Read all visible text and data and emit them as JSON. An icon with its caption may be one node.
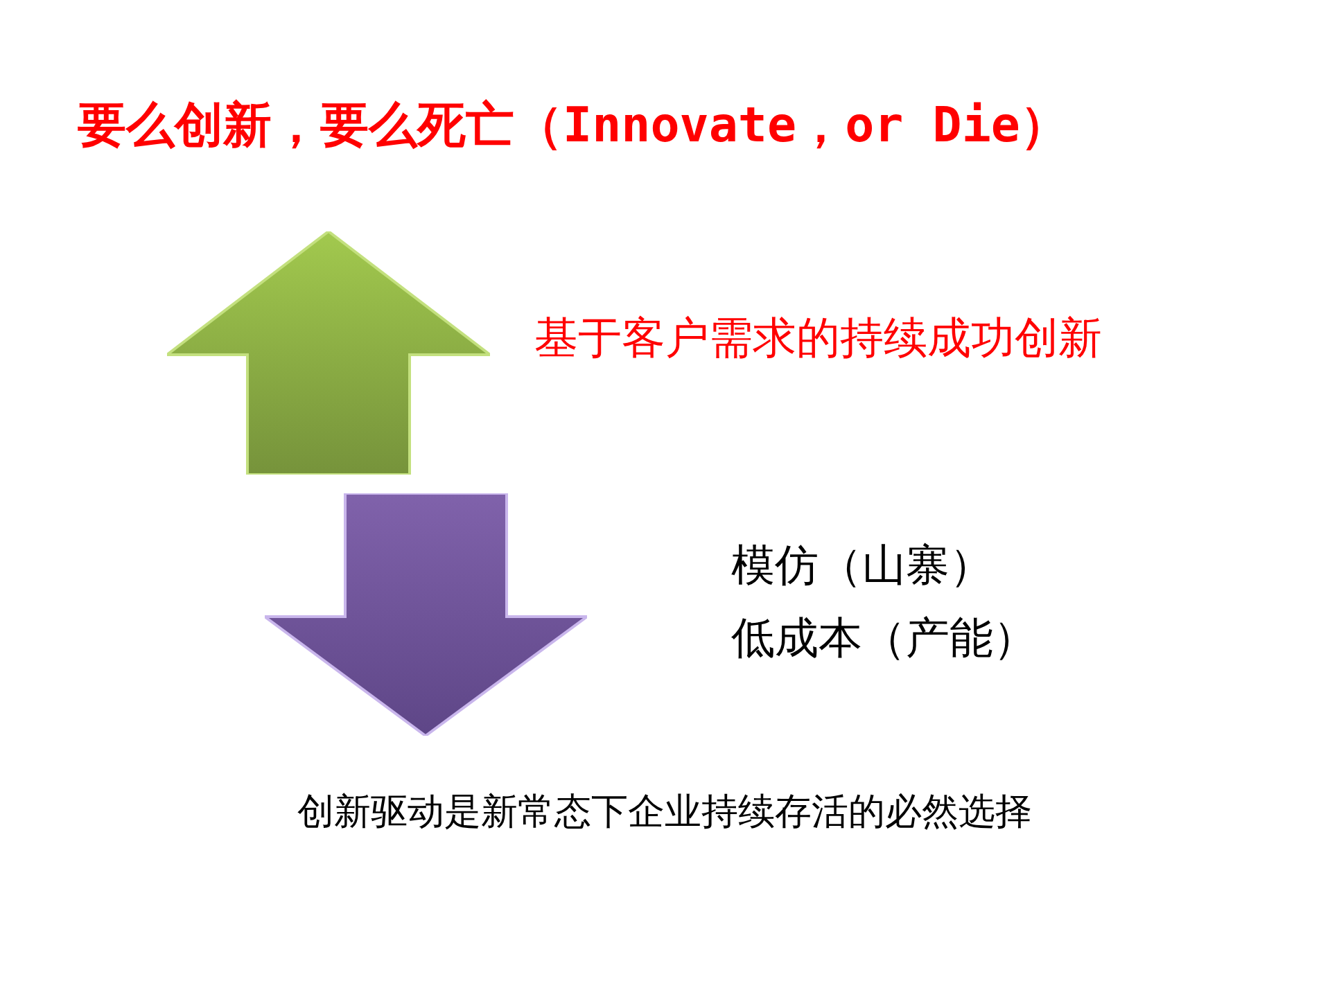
{
  "diagram": {
    "title": "要么创新，要么死亡（Innovate，or Die）",
    "nodes": [
      {
        "text": [],
        "shape": "arrow",
        "beside": [
          "基于客户需求的持续成功创新"
        ]
      },
      {
        "text": [],
        "shape": "arrow",
        "beside": [
          "模仿（山寨）",
          "低成本（产能）"
        ]
      }
    ],
    "caption": "创新驱动是新常态下企业持续存活的必然选择"
  }
}
